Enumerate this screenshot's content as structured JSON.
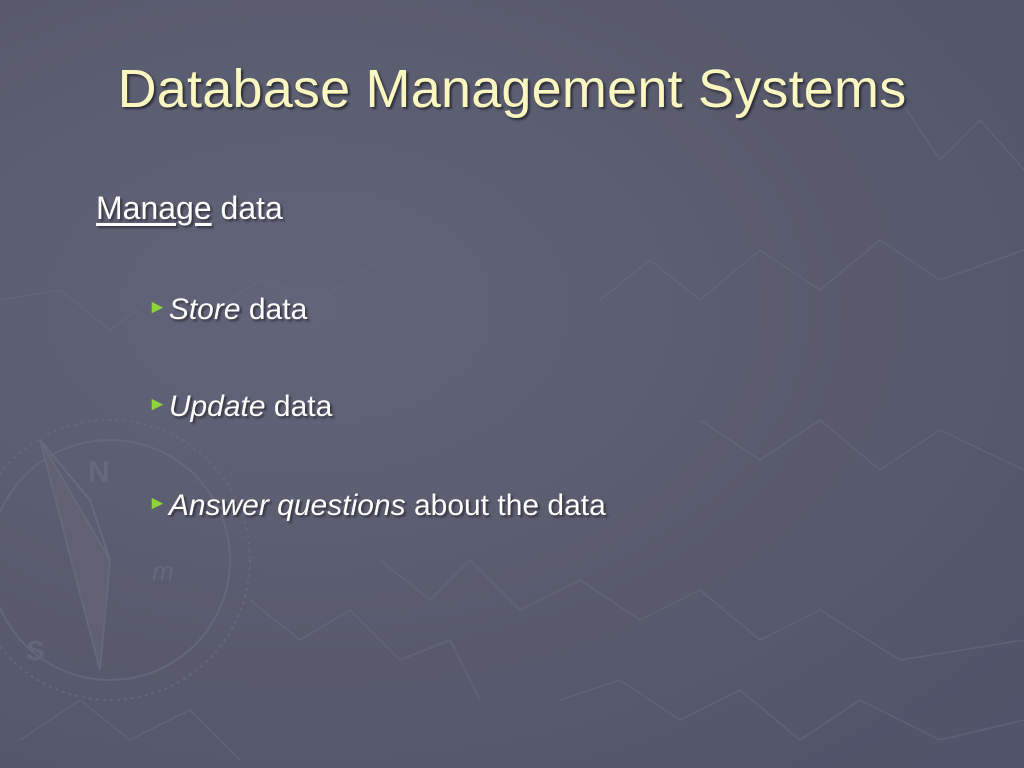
{
  "slide": {
    "title": "Database Management Systems",
    "intro": {
      "underlined": "Manage",
      "rest": " data"
    },
    "bullets": [
      {
        "marker": "►",
        "emphasis": "Store",
        "rest": " data"
      },
      {
        "marker": "►",
        "emphasis": "Update",
        "rest": " data"
      },
      {
        "marker": "►",
        "emphasis": "Answer questions",
        "rest": " about the data"
      }
    ]
  },
  "colors": {
    "background": "#595b6d",
    "title": "#fbf7c0",
    "body_text": "#ffffff",
    "bullet_marker": "#8fd43a"
  },
  "decoration": {
    "compass_letters": [
      "N",
      "S",
      "m"
    ]
  }
}
